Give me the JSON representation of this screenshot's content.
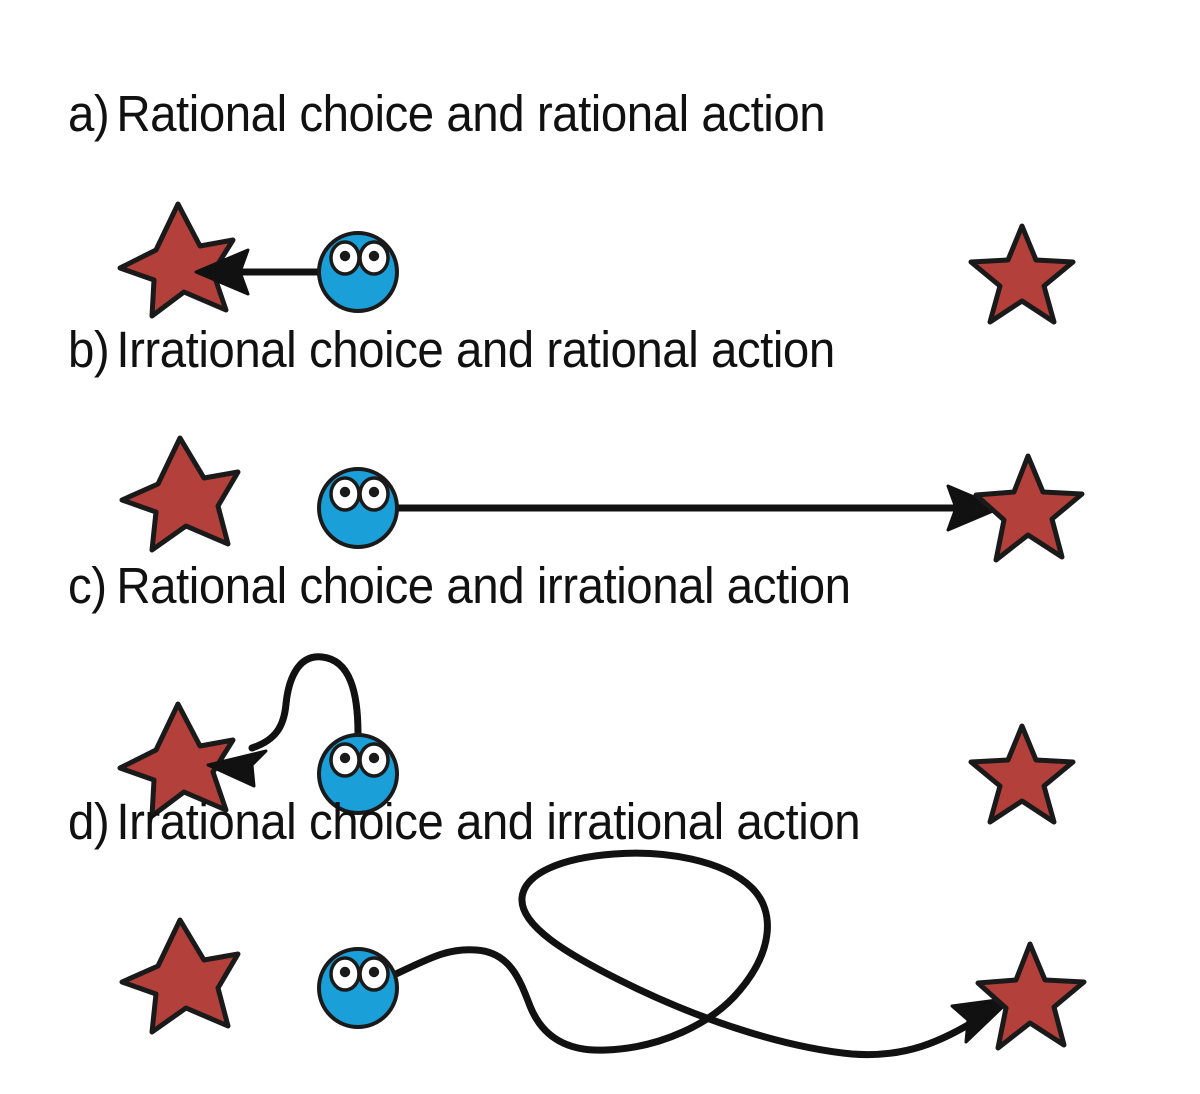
{
  "figure": {
    "background_color": "#ffffff",
    "star_fill": "#b3403a",
    "star_stroke": "#1a1a1a",
    "face_fill": "#1a9fd9",
    "face_stroke": "#1a1a1a",
    "eye_fill": "#ffffff",
    "pupil_fill": "#1a1a1a",
    "arrow_color": "#111111"
  },
  "panels": [
    {
      "id": "a",
      "marker": "a)",
      "title": "Rational choice and rational action",
      "label": "a)  Rational choice and rational action",
      "agent": {
        "name": "blue-face-agent",
        "eyes": 2
      },
      "left_star": {
        "name": "near-star",
        "style": "irregular"
      },
      "right_star": {
        "name": "far-star",
        "style": "regular"
      },
      "path": {
        "name": "straight-arrow-left",
        "shape": "straight",
        "direction": "left",
        "target": "near-star"
      }
    },
    {
      "id": "b",
      "marker": "b)",
      "title": "Irrational choice and rational action",
      "label": "b)  Irrational choice and rational action",
      "agent": {
        "name": "blue-face-agent",
        "eyes": 2
      },
      "left_star": {
        "name": "near-star",
        "style": "irregular"
      },
      "right_star": {
        "name": "far-star",
        "style": "regular"
      },
      "path": {
        "name": "straight-arrow-right",
        "shape": "straight",
        "direction": "right",
        "target": "far-star"
      }
    },
    {
      "id": "c",
      "marker": "c)",
      "title": "Rational choice and irrational action",
      "label": "c)  Rational choice and irrational action",
      "agent": {
        "name": "blue-face-agent",
        "eyes": 2
      },
      "left_star": {
        "name": "near-star",
        "style": "irregular"
      },
      "right_star": {
        "name": "far-star",
        "style": "regular"
      },
      "path": {
        "name": "curved-arrow-left",
        "shape": "s-curve",
        "direction": "left",
        "target": "near-star"
      }
    },
    {
      "id": "d",
      "marker": "d)",
      "title": "Irrational choice and irrational action",
      "label": "d)  Irrational choice and irrational action",
      "agent": {
        "name": "blue-face-agent",
        "eyes": 2
      },
      "left_star": {
        "name": "near-star",
        "style": "irregular"
      },
      "right_star": {
        "name": "far-star",
        "style": "regular"
      },
      "path": {
        "name": "looping-arrow-right",
        "shape": "loop",
        "direction": "right",
        "target": "far-star"
      }
    }
  ]
}
